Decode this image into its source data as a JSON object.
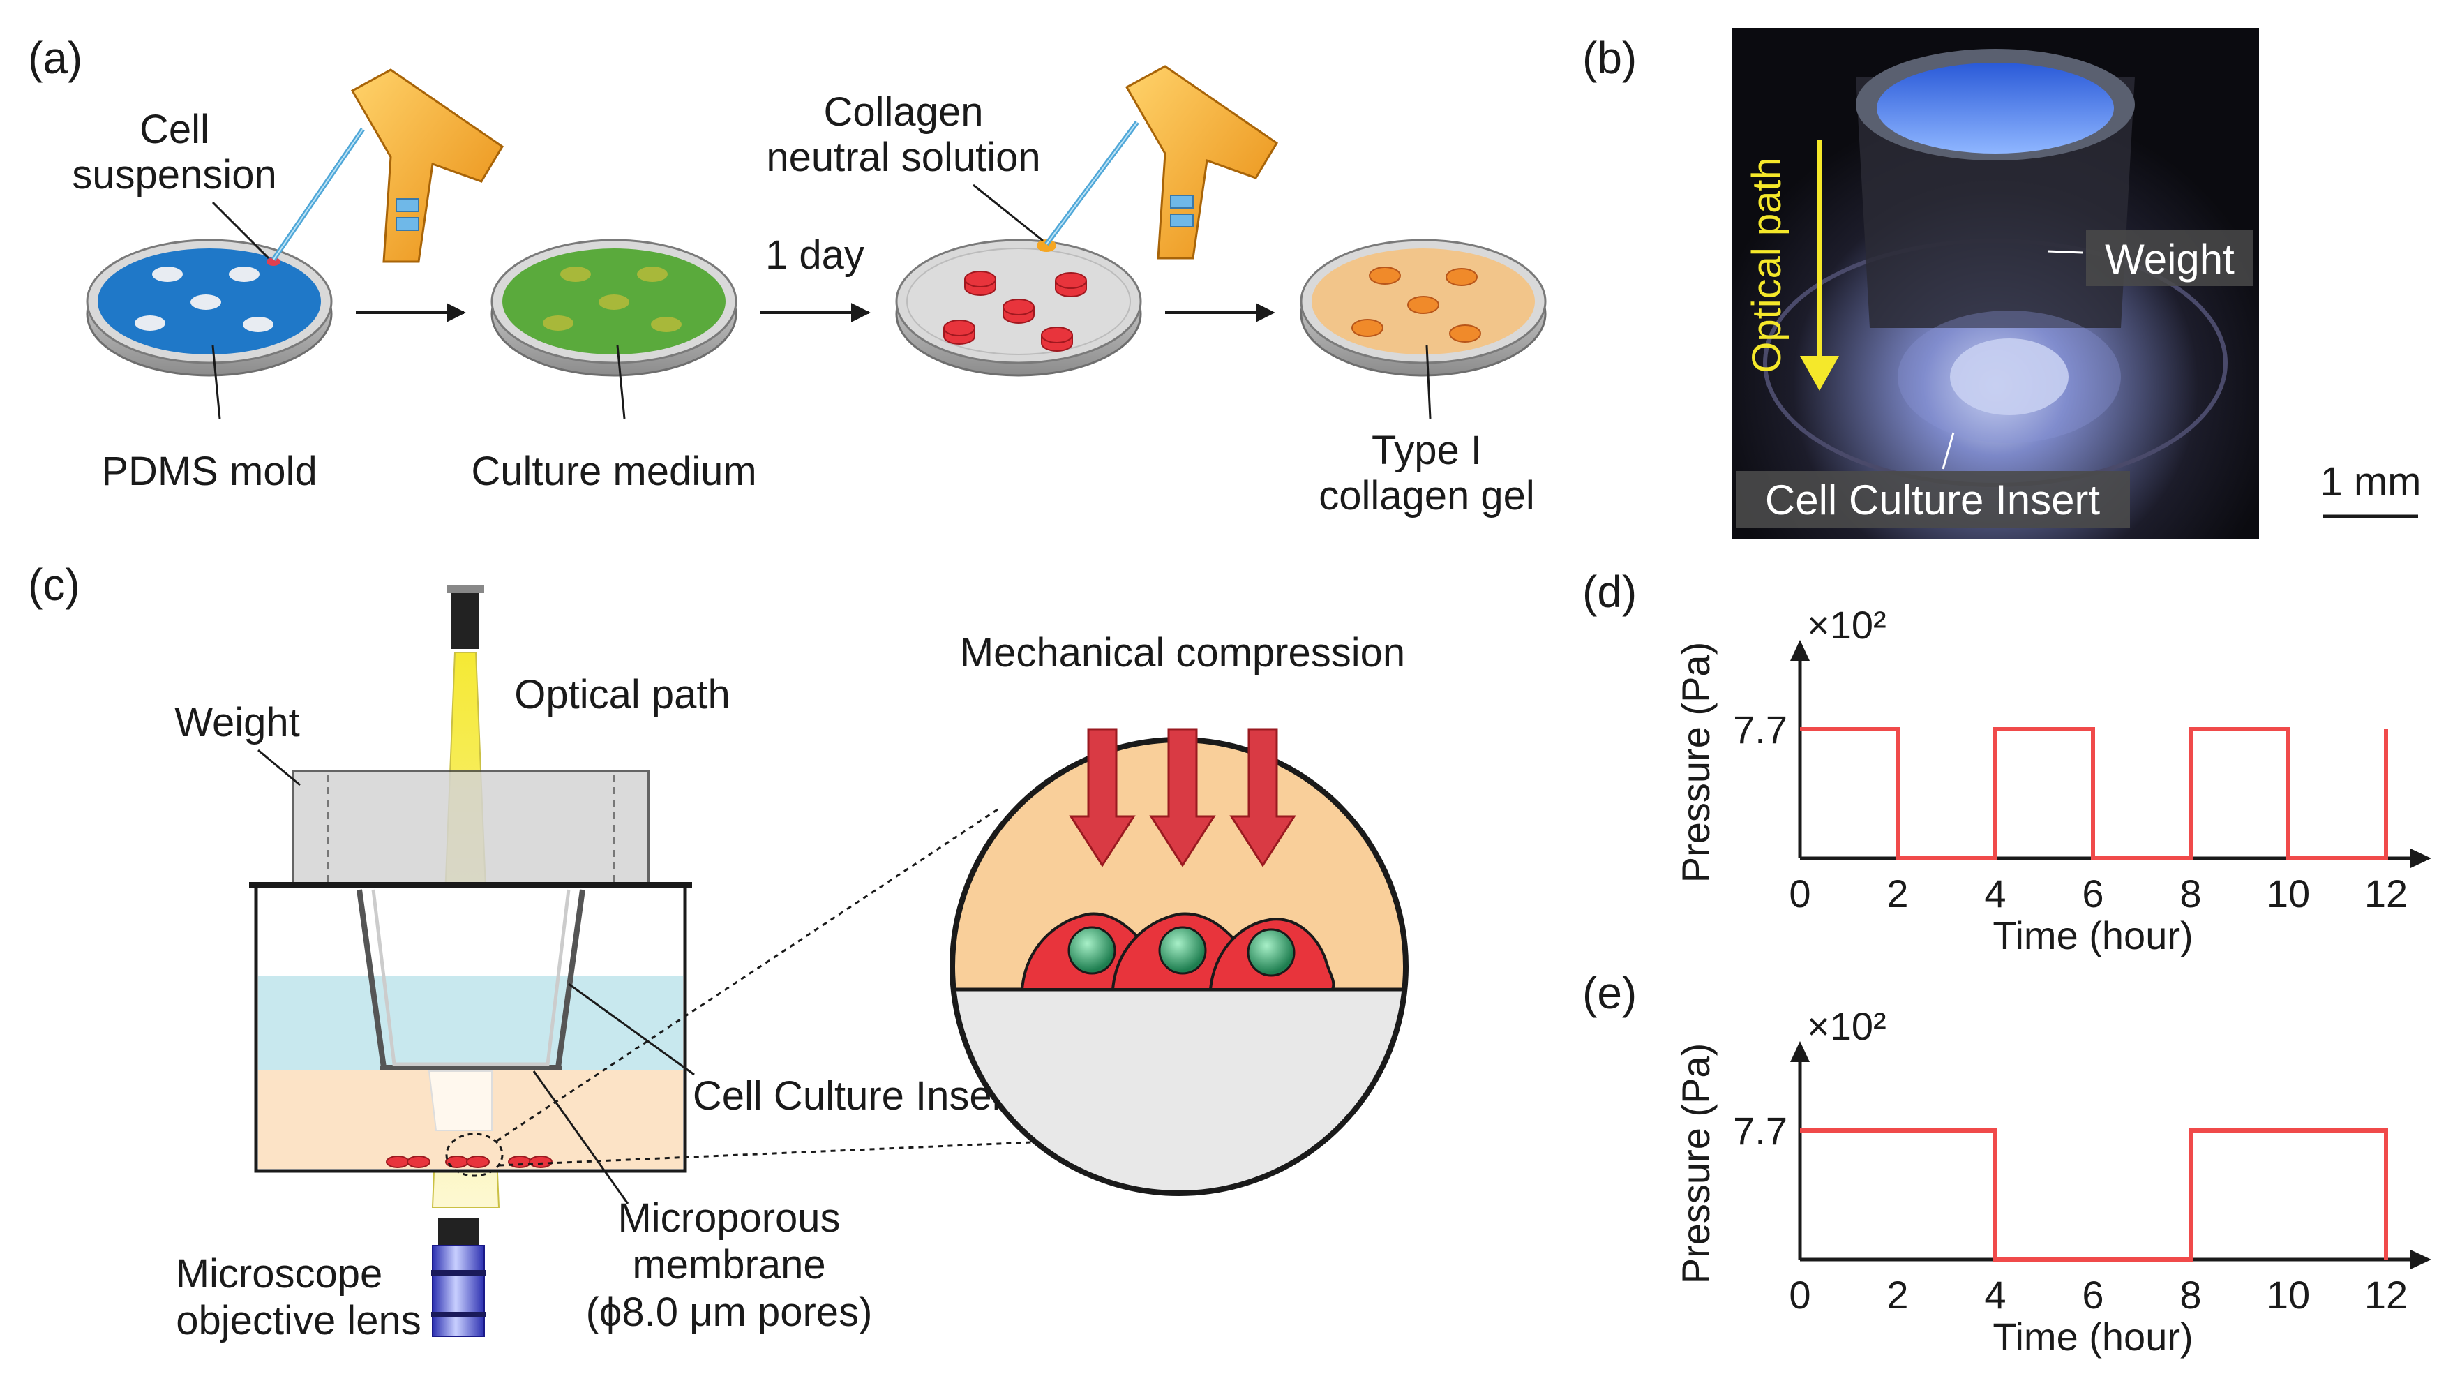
{
  "panels": {
    "a": {
      "label": "(a)",
      "cell_suspension": [
        "Cell",
        "suspension"
      ],
      "pdms_mold": "PDMS mold",
      "culture_medium": "Culture medium",
      "one_day": "1 day",
      "collagen_solution": [
        "Collagen",
        "neutral solution"
      ],
      "collagen_gel": [
        "Type I",
        "collagen gel"
      ]
    },
    "b": {
      "label": "(b)",
      "optical_path": "Optical path",
      "weight": "Weight",
      "insert": "Cell Culture Insert",
      "scale": "1 mm"
    },
    "c": {
      "label": "(c)",
      "weight": "Weight",
      "optical_path": "Optical path",
      "mechanical_compression": "Mechanical compression",
      "insert": "Cell Culture Insert",
      "membrane": [
        "Microporous",
        "membrane",
        "(ϕ8.0 μm pores)"
      ],
      "objective": [
        "Microscope",
        "objective lens"
      ]
    }
  },
  "colors": {
    "dish_blue": "#1f78c8",
    "medium_green": "#5aaa3c",
    "gel_orange": "#f2c58a",
    "cell_red": "#e8343c",
    "nucleus_green": "#2e9e6a",
    "arrow_red": "#d93a44",
    "pipette_orange": "#f5a623",
    "pressure_line": "#f04a4a",
    "optical_yellow": "#f5e82a"
  },
  "chart_data": [
    {
      "type": "line",
      "panel_label": "(d)",
      "title": "",
      "multiplier": "×10²",
      "xlabel": "Time (hour)",
      "ylabel": "Pressure (Pa)",
      "xlim": [
        0,
        12
      ],
      "x_ticks": [
        "0",
        "2",
        "4",
        "6",
        "8",
        "10",
        "12"
      ],
      "y_ticks": [
        "7.7"
      ],
      "ylim": [
        0,
        7.7
      ],
      "series": [
        {
          "points": [
            [
              0,
              7.7
            ],
            [
              2,
              7.7
            ],
            [
              2,
              0
            ],
            [
              4,
              0
            ],
            [
              4,
              7.7
            ],
            [
              6,
              7.7
            ],
            [
              6,
              0
            ],
            [
              8,
              0
            ],
            [
              8,
              7.7
            ],
            [
              10,
              7.7
            ],
            [
              10,
              0
            ],
            [
              12,
              0
            ],
            [
              12,
              7.7
            ]
          ]
        }
      ]
    },
    {
      "type": "line",
      "panel_label": "(e)",
      "title": "",
      "multiplier": "×10²",
      "xlabel": "Time (hour)",
      "ylabel": "Pressure (Pa)",
      "xlim": [
        0,
        12
      ],
      "x_ticks": [
        "0",
        "2",
        "4",
        "6",
        "8",
        "10",
        "12"
      ],
      "y_ticks": [
        "7.7"
      ],
      "ylim": [
        0,
        7.7
      ],
      "series": [
        {
          "points": [
            [
              0,
              7.7
            ],
            [
              4,
              7.7
            ],
            [
              4,
              0
            ],
            [
              8,
              0
            ],
            [
              8,
              7.7
            ],
            [
              12,
              7.7
            ],
            [
              12,
              0
            ]
          ]
        }
      ]
    }
  ]
}
